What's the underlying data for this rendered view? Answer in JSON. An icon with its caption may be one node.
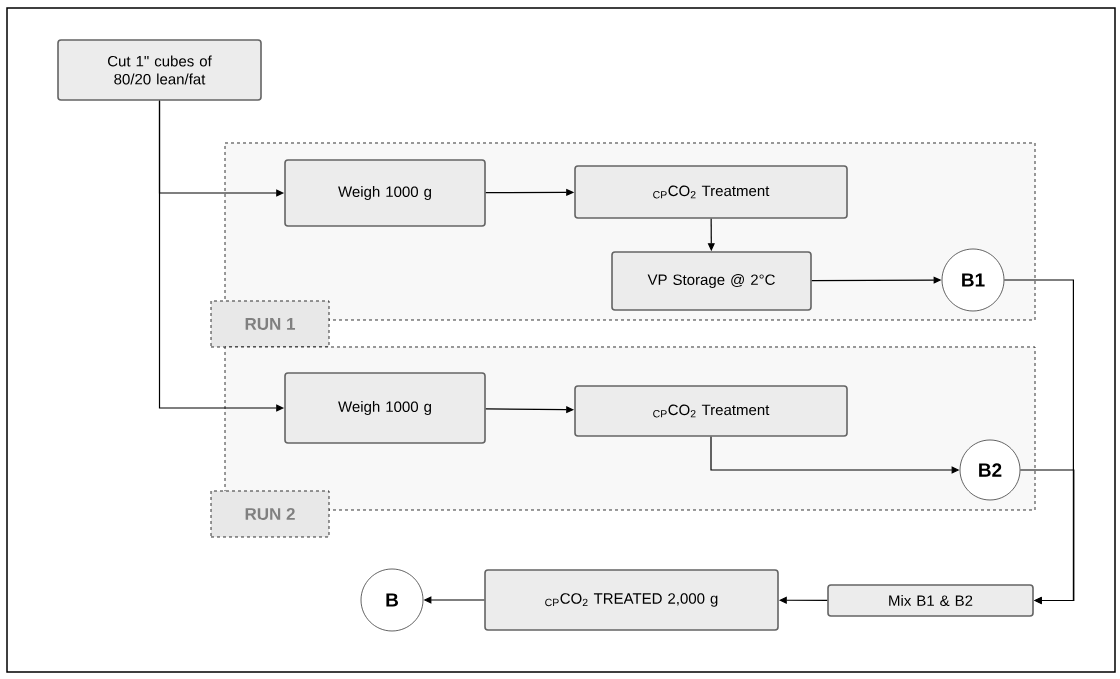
{
  "diagram": {
    "nodes": [
      {
        "text": [
          "Cut 1\" cubes of 80/20 lean/fat"
        ]
      },
      {
        "text": [
          "RUN 1"
        ]
      },
      {
        "text": [
          "Weigh 1000 g"
        ],
        "in": 1
      },
      {
        "text": [
          "$_{CP}$CO$_{2}$ Treatment"
        ],
        "in": 1
      },
      {
        "text": [
          "VP Storage @ 2°C"
        ],
        "in": 1
      },
      {
        "text": [
          "B1"
        ],
        "in": 1
      },
      {
        "text": [
          "RUN 2"
        ]
      },
      {
        "text": [
          "Weigh 1000 g"
        ],
        "in": 6
      },
      {
        "text": [
          "$_{CP}$CO$_{2}$ Treatment"
        ],
        "in": 6
      },
      {
        "text": [
          "B2"
        ],
        "in": 6
      },
      {
        "text": [
          "Mix B1 & B2"
        ]
      },
      {
        "text": [
          "$_{CP}$CO$_{2}$ TREATED 2,000 g"
        ]
      },
      {
        "text": [
          "B"
        ]
      }
    ],
    "edges": [
      {
        "from": 0,
        "to": 2,
        "arrow": "to"
      },
      {
        "from": 0,
        "to": 7,
        "arrow": "to"
      },
      {
        "from": 2,
        "to": 3,
        "arrow": "to"
      },
      {
        "from": 3,
        "to": 4,
        "arrow": "to"
      },
      {
        "from": 4,
        "to": 5,
        "arrow": "to"
      },
      {
        "from": 7,
        "to": 8,
        "arrow": "to"
      },
      {
        "from": 8,
        "to": 9,
        "arrow": "to"
      },
      {
        "from": 5,
        "to": 10,
        "arrow": "to"
      },
      {
        "from": 9,
        "to": 10,
        "arrow": "to"
      },
      {
        "from": 10,
        "to": 11,
        "arrow": "to"
      },
      {
        "from": 11,
        "to": 12,
        "arrow": "to"
      }
    ]
  }
}
